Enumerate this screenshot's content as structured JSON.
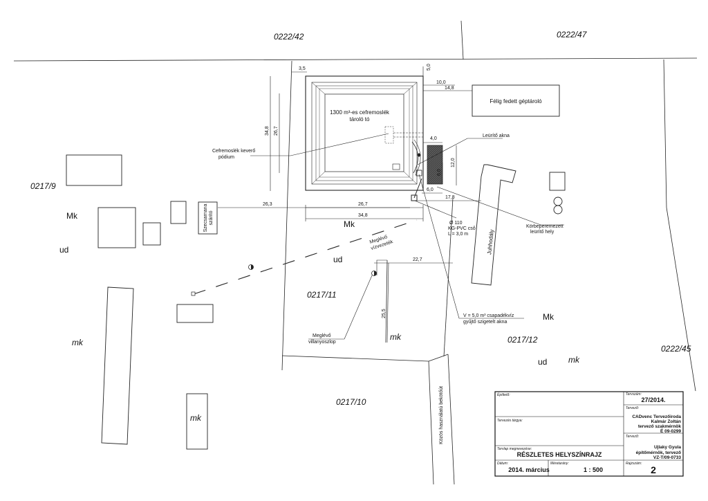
{
  "parcels": {
    "p_0222_42": "0222/42",
    "p_0222_47": "0222/47",
    "p_0217_9": "0217/9",
    "p_0217_11": "0217/11",
    "p_0217_12": "0217/12",
    "p_0217_10": "0217/10",
    "p_0222_45": "0222/45"
  },
  "zones": {
    "mk_cap": "Mk",
    "ud": "ud",
    "mk": "mk"
  },
  "buildings": {
    "pond": [
      "1300 m³-es cefremoslék",
      "tároló tó"
    ],
    "machine_store": "Félig fedett géptároló",
    "sheep_barn": "Juhhodály",
    "dryer": [
      "Szecsarnana",
      "szárító"
    ]
  },
  "annotations": {
    "mixer": [
      "Cefremoslék keverő",
      "pódium"
    ],
    "drain_shaft": "Leürítő akna",
    "fenced_area": [
      "Körbeperemezett",
      "leürítő hely"
    ],
    "pipe": [
      "Ø 110",
      "KG-PVC cső",
      "L = 3,0 m"
    ],
    "rain_tank": [
      "V = 5,0 m³ csapadékvíz",
      "gyűjtő szigetelt akna"
    ],
    "water_pipe": [
      "Meglévő",
      "vízvezeték"
    ],
    "pole": [
      "Meglévő",
      "villanyoszlop"
    ],
    "access_road": "Közös használatú bekötőút"
  },
  "dimensions": {
    "d3_5": "3,5",
    "d5_0": "5,0",
    "d10_0": "10,0",
    "d14_8": "14,8",
    "d34_8_v": "34,8",
    "d26_7_v": "26,7",
    "d4_0": "4,0",
    "d12_0": "12,0",
    "d6_0_v": "6,0",
    "d6_0_h": "6,0",
    "d17_8": "17,8",
    "d26_3": "26,3",
    "d26_7_h": "26,7",
    "d34_8_h": "34,8",
    "d22_7": "22,7",
    "d25_5": "25,5"
  },
  "title_block": {
    "client_cap": "Építtető:",
    "subject_cap": "Tervezés tárgya:",
    "plan_name_cap": "Tervlap megnevezése:",
    "plan_name": "RÉSZLETES HELYSZÍNRAJZ",
    "date_cap": "Dátum:",
    "date": "2014. március",
    "scale_cap": "Méretarány:",
    "scale": "1 : 500",
    "project_no_cap": "Tervszám:",
    "project_no": "27/2014.",
    "designer1_cap": "Tervező:",
    "designer1": [
      "CADvenc Tervezőiroda",
      "Kalmár Zoltán",
      "tervező szakmérnök",
      "É 09-0299"
    ],
    "designer2_cap": "Tervező:",
    "designer2": [
      "Ujlaky Gyula",
      "építőmérnök, tervező",
      "VZ-T/09-0733"
    ],
    "sheet_no_cap": "Rajzszám:",
    "sheet_no": "2"
  }
}
